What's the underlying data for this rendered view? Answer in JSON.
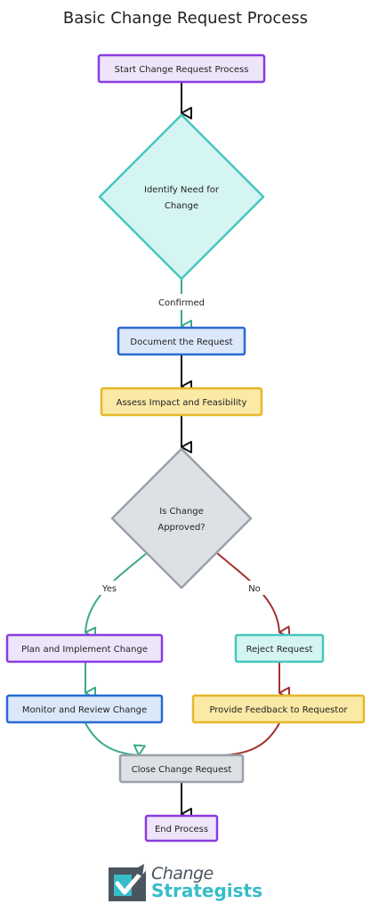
{
  "title": "Basic Change Request Process",
  "colors": {
    "purple": "#8a3ce0",
    "purple_fill": "#eee5fb",
    "teal": "#45c7be",
    "teal_fill": "#d5f5f2",
    "blue": "#2a6ad0",
    "blue_fill": "#dbe8fa",
    "yellow": "#e6b82a",
    "yellow_fill": "#fbe9a6",
    "gray": "#9aa0a8",
    "gray_fill": "#dde1e6",
    "arrow_black": "#111111",
    "arrow_green": "#3aa98a",
    "arrow_red": "#a33030"
  },
  "nodes": {
    "start": "Start Change Request Process",
    "identify_1": "Identify Need for",
    "identify_2": "Change",
    "document": "Document the Request",
    "assess": "Assess Impact and Feasibility",
    "approved_1": "Is Change",
    "approved_2": "Approved?",
    "plan": "Plan and Implement Change",
    "monitor": "Monitor and Review Change",
    "reject": "Reject Request",
    "feedback": "Provide Feedback to Requestor",
    "close": "Close Change Request",
    "end": "End Process"
  },
  "edge_labels": {
    "confirmed": "Confirmed",
    "yes": "Yes",
    "no": "No"
  },
  "logo": {
    "line1": "Change",
    "line2": "Strategists"
  }
}
